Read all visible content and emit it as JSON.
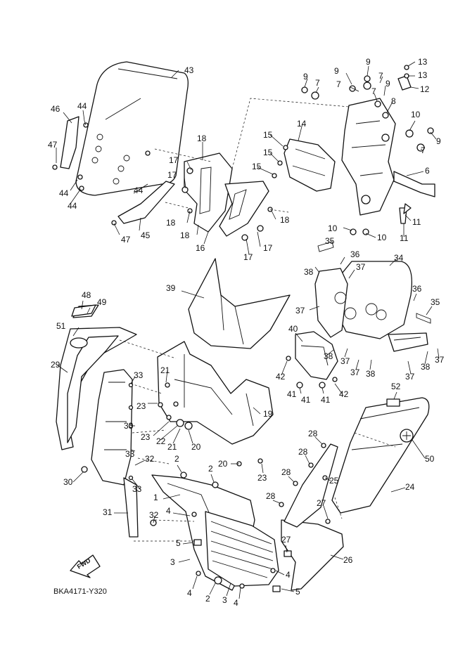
{
  "diagram_code": "BKA4171-Y320",
  "fwd_label": "FWD",
  "callouts": [
    "1",
    "2",
    "3",
    "4",
    "5",
    "6",
    "7",
    "8",
    "9",
    "10",
    "11",
    "12",
    "13",
    "14",
    "15",
    "16",
    "17",
    "18",
    "19",
    "20",
    "21",
    "22",
    "23",
    "24",
    "25",
    "26",
    "27",
    "28",
    "29",
    "30",
    "31",
    "32",
    "33",
    "34",
    "35",
    "36",
    "37",
    "38",
    "39",
    "40",
    "41",
    "42",
    "43",
    "44",
    "45",
    "46",
    "47",
    "48",
    "49",
    "50",
    "51",
    "52"
  ]
}
